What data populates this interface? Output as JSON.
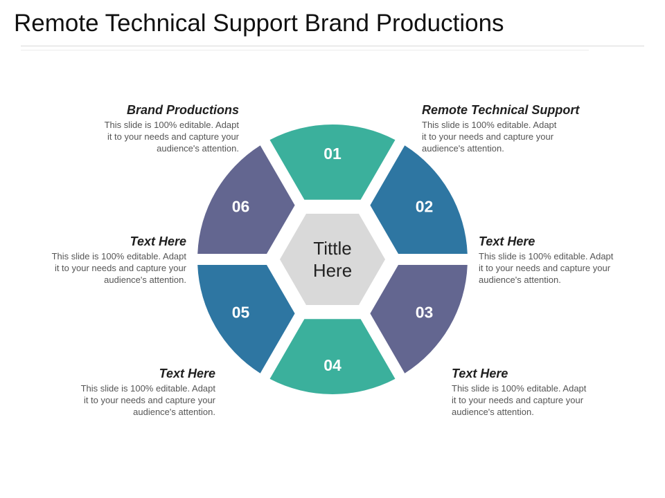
{
  "title": "Remote Technical Support Brand Productions",
  "colors": {
    "teal": "#3bb09c",
    "blue": "#2e76a2",
    "purple": "#636690",
    "center": "#d9d9d9"
  },
  "center": {
    "line1": "Tittle",
    "line2": "Here"
  },
  "segments": [
    {
      "number": "01",
      "color": "teal"
    },
    {
      "number": "02",
      "color": "blue"
    },
    {
      "number": "03",
      "color": "purple"
    },
    {
      "number": "04",
      "color": "teal"
    },
    {
      "number": "05",
      "color": "blue"
    },
    {
      "number": "06",
      "color": "purple"
    }
  ],
  "callouts": {
    "top_left": {
      "heading": "Brand Productions",
      "line1": "This slide is 100% editable. Adapt",
      "line2": "it to your needs and capture your",
      "line3": "audience's attention."
    },
    "top_right": {
      "heading": "Remote Technical Support",
      "line1": "This slide is 100% editable. Adapt",
      "line2": "it to your needs and capture your",
      "line3": "audience's attention."
    },
    "mid_left": {
      "heading": "Text Here",
      "line1": "This slide is 100% editable. Adapt",
      "line2": "it to your needs and capture your",
      "line3": "audience's attention."
    },
    "mid_right": {
      "heading": "Text Here",
      "line1": "This slide is 100% editable. Adapt",
      "line2": "it to your needs and capture your",
      "line3": "audience's attention."
    },
    "bottom_left": {
      "heading": "Text Here",
      "line1": "This slide is 100% editable. Adapt",
      "line2": "it to your needs and capture your",
      "line3": "audience's attention."
    },
    "bottom_right": {
      "heading": "Text Here",
      "line1": "This slide is 100% editable. Adapt",
      "line2": "it to your needs and capture your",
      "line3": "audience's attention."
    }
  }
}
